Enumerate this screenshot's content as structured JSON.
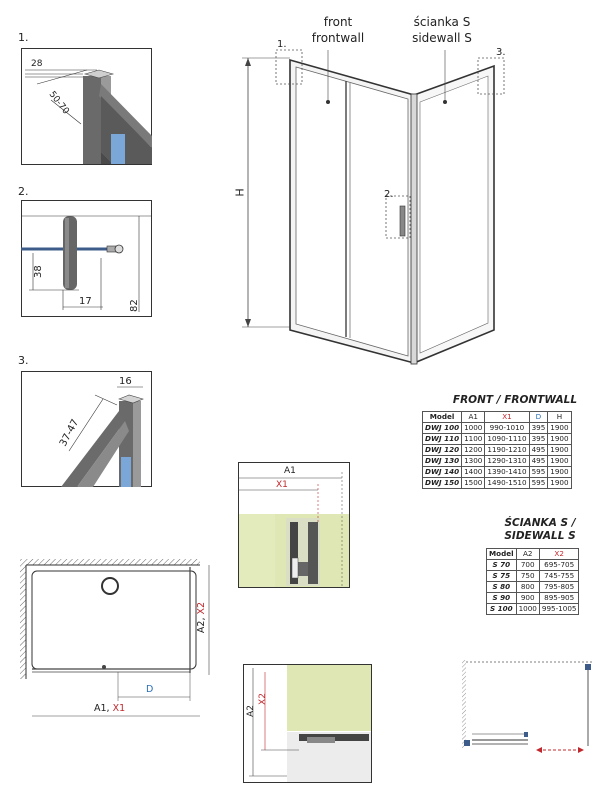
{
  "details": {
    "d1": {
      "number": "1.",
      "dim_a": "28",
      "dim_b": "50-70"
    },
    "d2": {
      "number": "2.",
      "dim_a": "38",
      "dim_b": "17",
      "dim_c": "82"
    },
    "d3": {
      "number": "3.",
      "dim_a": "16",
      "dim_b": "37-47"
    }
  },
  "main_view": {
    "front_label_1": "front",
    "front_label_2": "frontwall",
    "side_label_1": "ścianka S",
    "side_label_2": "sidewall S",
    "height_label": "H",
    "callout_1": "1.",
    "callout_2": "2.",
    "callout_3": "3."
  },
  "front_table": {
    "title": "FRONT / FRONTWALL",
    "headers": [
      "Model",
      "A1",
      "X1",
      "D",
      "H"
    ],
    "rows": [
      [
        "DWJ 100",
        "1000",
        "990-1010",
        "395",
        "1900"
      ],
      [
        "DWJ 110",
        "1100",
        "1090-1110",
        "395",
        "1900"
      ],
      [
        "DWJ 120",
        "1200",
        "1190-1210",
        "495",
        "1900"
      ],
      [
        "DWJ 130",
        "1300",
        "1290-1310",
        "495",
        "1900"
      ],
      [
        "DWJ 140",
        "1400",
        "1390-1410",
        "595",
        "1900"
      ],
      [
        "DWJ 150",
        "1500",
        "1490-1510",
        "595",
        "1900"
      ]
    ]
  },
  "side_table": {
    "title_1": "ŚCIANKA S /",
    "title_2": "SIDEWALL S",
    "headers": [
      "Model",
      "A2",
      "X2"
    ],
    "rows": [
      [
        "S 70",
        "700",
        "695-705"
      ],
      [
        "S 75",
        "750",
        "745-755"
      ],
      [
        "S 80",
        "800",
        "795-805"
      ],
      [
        "S 90",
        "900",
        "895-905"
      ],
      [
        "S 100",
        "1000",
        "995-1005"
      ]
    ]
  },
  "plan_view": {
    "a1_label": "A1",
    "x1_label": "X1",
    "comma": ", ",
    "a2_label": "A2",
    "x2_label": "X2",
    "d_label": "D"
  },
  "profile_a": {
    "a1_label": "A1",
    "x1_label": "X1"
  },
  "profile_b": {
    "a2_label": "A2",
    "x2_label": "X2"
  },
  "colors": {
    "red": "#c0282d",
    "blue": "#2a6db5",
    "glass": "#dfe8b4",
    "frame": "#555555"
  }
}
